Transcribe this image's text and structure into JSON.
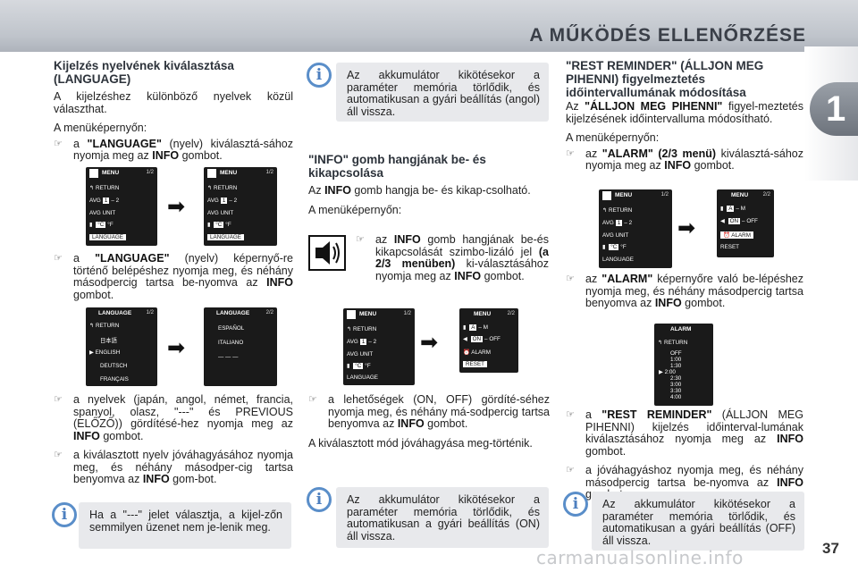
{
  "header": {
    "title": "A MŰKÖDÉS ELLENŐRZÉSE"
  },
  "chapter_number": "1",
  "page_number": "37",
  "watermark": "carmanualsonline.info",
  "icons": {
    "info": "i",
    "bullet": "☞",
    "arrow": "➡"
  },
  "left": {
    "heading": "Kijelzés nyelvének kiválasztása (LANGUAGE)",
    "intro": "A kijelzéshez különböző nyelvek közül választhat.",
    "menu_label": "A menüképernyőn:",
    "b1_pre": "a ",
    "b1_bold": "\"LANGUAGE\"",
    "b1_mid": " (nyelv) kiválasztá-sához nyomja meg az ",
    "b1_info": "INFO",
    "b1_post": " gombot.",
    "b2_pre": "a ",
    "b2_bold": "\"LANGUAGE\"",
    "b2_mid": " (nyelv) képernyő-re történő belépéshez nyomja meg, és néhány másodpercig tartsa be-nyomva az ",
    "b2_info": "INFO",
    "b2_post": " gombot.",
    "b3_pre": "a nyelvek (japán, angol, német, francia, spanyol, olasz, \"---\" és PREVIOUS (ELŐZŐ)) gördítésé-hez nyomja meg az ",
    "b3_info": "INFO",
    "b3_post": " gombot.",
    "b4_pre": "a kiválasztott nyelv jóváhagyásához nyomja meg, és néhány másodper-cig tartsa benyomva az ",
    "b4_info": "INFO",
    "b4_post": " gom-bot.",
    "note": "Ha a \"---\" jelet választja, a kijel-zőn semmilyen üzenet nem je-lenik meg."
  },
  "middle": {
    "top_note": "Az akkumulátor kikötésekor a paraméter memória törlődik, és automatikusan a gyári beállítás (angol) áll vissza.",
    "heading": "\"INFO\" gomb hangjának be- és kikapcsolása",
    "intro_pre": "Az ",
    "intro_info": "INFO",
    "intro_post": " gomb hangja be- és kikap-csolható.",
    "menu_label": "A menüképernyőn:",
    "b1_pre": "az ",
    "b1_info": "INFO",
    "b1_mid": " gomb hangjának be-és kikapcsolását szimbo-lizáló jel ",
    "b1_bold": "(a 2/3 menüben)",
    "b1_mid2": " ki-választásához nyomja meg az ",
    "b1_info2": "INFO",
    "b1_post": " gombot.",
    "b2_pre": "a lehetőségek (ON, OFF) gördíté-séhez nyomja meg, és néhány má-sodpercig tartsa benyomva az ",
    "b2_info": "INFO",
    "b2_post": " gombot.",
    "outro": "A kiválasztott mód jóváhagyása meg-történik.",
    "bottom_note": "Az akkumulátor kikötésekor a paraméter memória törlődik, és automatikusan a gyári beállítás (ON) áll vissza."
  },
  "right": {
    "heading": "\"REST REMINDER\" (ÁLLJON MEG PIHENNI) figyelmeztetés időintervallumának módosítása",
    "intro_pre": "Az ",
    "intro_bold": "\"ÁLLJON MEG PIHENNI\"",
    "intro_post": " figyel-meztetés kijelzésének időintervalluma módosítható.",
    "menu_label": "A menüképernyőn:",
    "b1_pre": "az ",
    "b1_bold": "\"ALARM\" (2/3 menü)",
    "b1_mid": " kiválasztá-sához nyomja meg az ",
    "b1_info": "INFO",
    "b1_post": " gombot.",
    "b2_pre": "az ",
    "b2_bold": "\"ALARM\"",
    "b2_mid": " képernyőre való be-lépéshez nyomja meg, és néhány másodpercig tartsa benyomva az ",
    "b2_info": "INFO",
    "b2_post": " gombot.",
    "b3_pre": "a ",
    "b3_bold": "\"REST REMINDER\"",
    "b3_mid": " (ÁLLJON MEG PIHENNI) kijelzés időinterval-lumának kiválasztásához nyomja meg az ",
    "b3_info": "INFO",
    "b3_post": " gombot.",
    "b4_pre": "a jóváhagyáshoz nyomja meg, és néhány másodpercig tartsa be-nyomva az ",
    "b4_info": "INFO",
    "b4_post": " gombot.",
    "note": "Az akkumulátor kikötésekor a paraméter memória törlődik, és automatikusan a gyári beállítás (OFF) áll vissza."
  },
  "screens": {
    "menu": {
      "title": "MENU",
      "page": "1/2",
      "return": "RETURN",
      "avg_label": "AVG",
      "avg_value": "1",
      "avg_sep": "–",
      "avg_num": "2",
      "avg_unit": "AVG UNIT",
      "temp": "°C",
      "temp_alt": "°F",
      "language": "LANGUAGE"
    },
    "menu2": {
      "title": "MENU",
      "page": "2/2",
      "opt_a": "A",
      "opt_m": "M",
      "on": "ON",
      "off": "OFF",
      "alarm": "ALARM",
      "reset": "RESET"
    },
    "lang1": {
      "title": "LANGUAGE",
      "page": "1/2",
      "return": "RETURN",
      "items": [
        "日本語",
        "ENGLISH",
        "DEUTSCH",
        "FRANÇAIS"
      ]
    },
    "lang2": {
      "title": "LANGUAGE",
      "page": "2/2",
      "items": [
        "ESPAÑOL",
        "ITALIANO",
        "— — —"
      ]
    },
    "alarm": {
      "title": "ALARM",
      "return": "RETURN",
      "items": [
        "OFF",
        "1:00",
        "1:30",
        "2:00",
        "2:30",
        "3:00",
        "3:30",
        "4:00"
      ]
    }
  }
}
